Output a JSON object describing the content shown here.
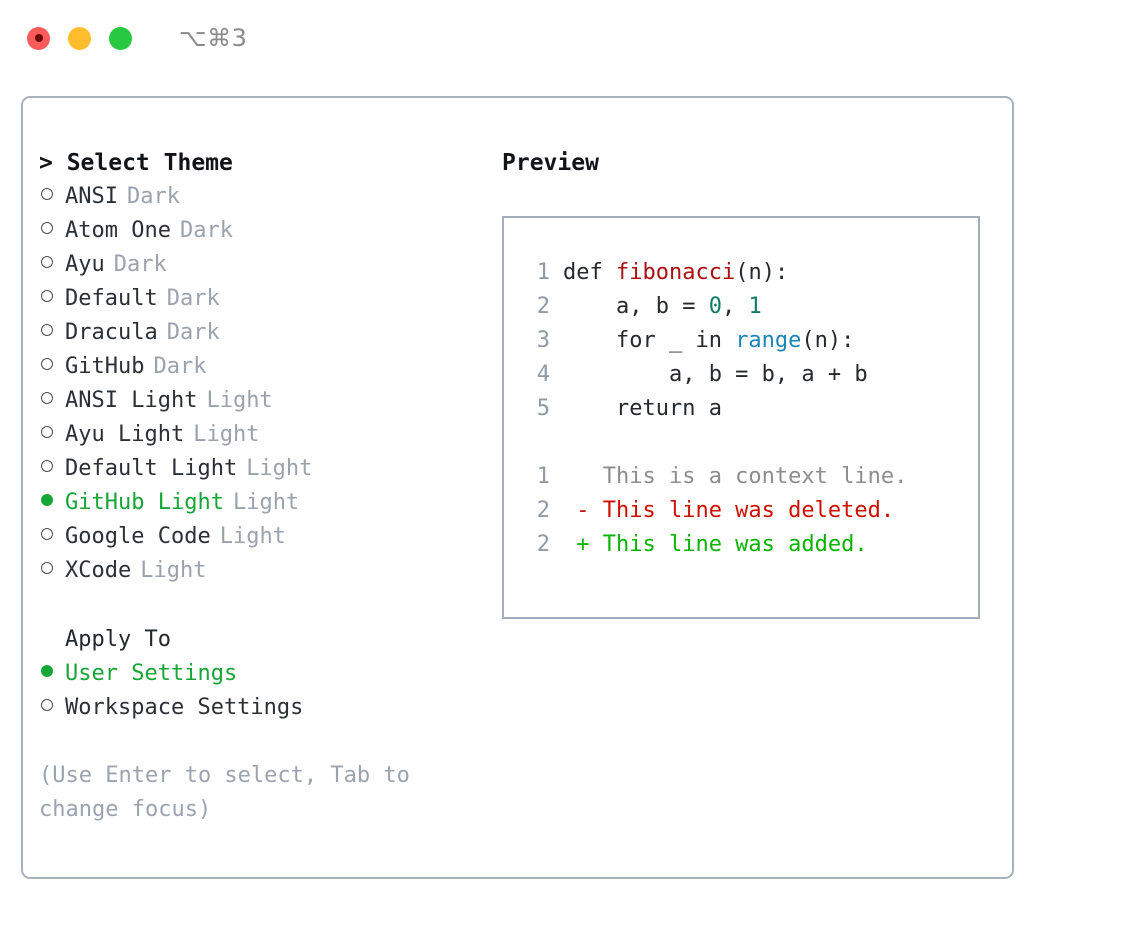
{
  "window": {
    "shortcut": "⌥⌘3",
    "traffic_lights": [
      {
        "name": "close-button",
        "color": "#fa5c5c"
      },
      {
        "name": "minimize-button",
        "color": "#ffbd2e"
      },
      {
        "name": "maximize-button",
        "color": "#28c840"
      }
    ]
  },
  "theme_picker": {
    "header": "> Select Theme",
    "items": [
      {
        "name": "ANSI",
        "kind": "Dark",
        "selected": false
      },
      {
        "name": "Atom One",
        "kind": "Dark",
        "selected": false
      },
      {
        "name": "Ayu",
        "kind": "Dark",
        "selected": false
      },
      {
        "name": "Default",
        "kind": "Dark",
        "selected": false
      },
      {
        "name": "Dracula",
        "kind": "Dark",
        "selected": false
      },
      {
        "name": "GitHub",
        "kind": "Dark",
        "selected": false
      },
      {
        "name": "ANSI Light",
        "kind": "Light",
        "selected": false
      },
      {
        "name": "Ayu Light",
        "kind": "Light",
        "selected": false
      },
      {
        "name": "Default Light",
        "kind": "Light",
        "selected": false
      },
      {
        "name": "GitHub Light",
        "kind": "Light",
        "selected": true
      },
      {
        "name": "Google Code",
        "kind": "Light",
        "selected": false
      },
      {
        "name": "XCode",
        "kind": "Light",
        "selected": false
      }
    ]
  },
  "apply_to": {
    "header": "Apply To",
    "options": [
      {
        "label": "User Settings",
        "selected": true
      },
      {
        "label": "Workspace Settings",
        "selected": false
      }
    ]
  },
  "hint": "(Use Enter to select, Tab to change focus)",
  "preview": {
    "label": "Preview",
    "code_lines": [
      {
        "ln": "1",
        "segments": [
          {
            "text": "def ",
            "tok": "code-text"
          },
          {
            "text": "fibonacci",
            "tok": "tok-fn"
          },
          {
            "text": "(n):",
            "tok": "code-text"
          }
        ]
      },
      {
        "ln": "2",
        "segments": [
          {
            "text": "    a, b = ",
            "tok": "code-text"
          },
          {
            "text": "0",
            "tok": "tok-num"
          },
          {
            "text": ", ",
            "tok": "code-text"
          },
          {
            "text": "1",
            "tok": "tok-num"
          }
        ]
      },
      {
        "ln": "3",
        "segments": [
          {
            "text": "    for _ in ",
            "tok": "code-text"
          },
          {
            "text": "range",
            "tok": "tok-call"
          },
          {
            "text": "(n):",
            "tok": "code-text"
          }
        ]
      },
      {
        "ln": "4",
        "segments": [
          {
            "text": "        a, b = b, a + b",
            "tok": "code-text"
          }
        ]
      },
      {
        "ln": "5",
        "segments": [
          {
            "text": "    return a",
            "tok": "code-text"
          }
        ]
      }
    ],
    "diff_lines": [
      {
        "ln": "1",
        "mark": " ",
        "text": "This is a context line.",
        "kind": "diff-ctx"
      },
      {
        "ln": "2",
        "mark": "-",
        "text": "This line was deleted.",
        "kind": "diff-del"
      },
      {
        "ln": "2",
        "mark": "+",
        "text": "This line was added.",
        "kind": "diff-add"
      }
    ]
  },
  "colors": {
    "accent_green": "#16a637",
    "panel_border": "#a7b0bd",
    "preview_border": "#a2aebb",
    "muted_text": "#9aa3ad",
    "line_number": "#8e9aa8",
    "fn_name": "#aa1111",
    "number": "#0f7b6c",
    "call": "#1a85b8",
    "diff_added": "#08b400",
    "diff_deleted": "#cc1100"
  }
}
